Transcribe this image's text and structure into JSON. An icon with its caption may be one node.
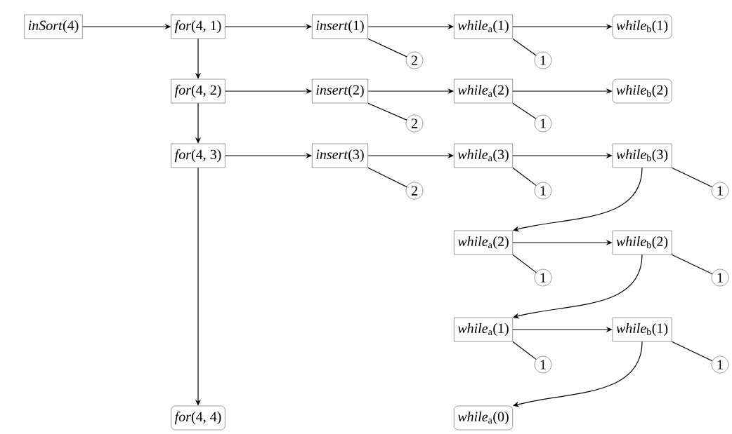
{
  "diagram": {
    "nodes": [
      {
        "text": [
          "*inSort*(4)"
        ]
      },
      {
        "text": [
          "*for*(4, 1)"
        ]
      },
      {
        "text": [
          "*insert*(1)"
        ]
      },
      {
        "text": [
          "*while*$_{a}$(1)"
        ]
      },
      {
        "text": [
          "*while*$_{b}$(1)"
        ]
      },
      {
        "text": [
          "2"
        ]
      },
      {
        "text": [
          "1"
        ]
      },
      {
        "text": [
          "*for*(4, 2)"
        ]
      },
      {
        "text": [
          "*insert*(2)"
        ]
      },
      {
        "text": [
          "*while*$_{a}$(2)"
        ]
      },
      {
        "text": [
          "*while*$_{b}$(2)"
        ]
      },
      {
        "text": [
          "2"
        ]
      },
      {
        "text": [
          "1"
        ]
      },
      {
        "text": [
          "*for*(4, 3)"
        ]
      },
      {
        "text": [
          "*insert*(3)"
        ]
      },
      {
        "text": [
          "*while*$_{a}$(3)"
        ]
      },
      {
        "text": [
          "*while*$_{b}$(3)"
        ]
      },
      {
        "text": [
          "2"
        ]
      },
      {
        "text": [
          "1"
        ]
      },
      {
        "text": [
          "1"
        ]
      },
      {
        "text": [
          "*while*$_{a}$(2)"
        ]
      },
      {
        "text": [
          "*while*$_{b}$(2)"
        ]
      },
      {
        "text": [
          "1"
        ]
      },
      {
        "text": [
          "1"
        ]
      },
      {
        "text": [
          "*while*$_{a}$(1)"
        ]
      },
      {
        "text": [
          "*while*$_{b}$(1)"
        ]
      },
      {
        "text": [
          "1"
        ]
      },
      {
        "text": [
          "1"
        ]
      },
      {
        "text": [
          "*for*(4, 4)"
        ]
      },
      {
        "text": [
          "*while*$_{a}$(0)"
        ]
      }
    ],
    "edges": [
      {
        "from": 0,
        "to": 1,
        "arrow": "to"
      },
      {
        "from": 1,
        "to": 2,
        "arrow": "to"
      },
      {
        "from": 2,
        "to": 3,
        "arrow": "to"
      },
      {
        "from": 3,
        "to": 4,
        "arrow": "to"
      },
      {
        "from": 2,
        "to": 5,
        "arrow": "none"
      },
      {
        "from": 3,
        "to": 6,
        "arrow": "none"
      },
      {
        "from": 1,
        "to": 7,
        "arrow": "to"
      },
      {
        "from": 7,
        "to": 8,
        "arrow": "to"
      },
      {
        "from": 8,
        "to": 9,
        "arrow": "to"
      },
      {
        "from": 9,
        "to": 10,
        "arrow": "to"
      },
      {
        "from": 8,
        "to": 11,
        "arrow": "none"
      },
      {
        "from": 9,
        "to": 12,
        "arrow": "none"
      },
      {
        "from": 7,
        "to": 13,
        "arrow": "to"
      },
      {
        "from": 13,
        "to": 14,
        "arrow": "to"
      },
      {
        "from": 14,
        "to": 15,
        "arrow": "to"
      },
      {
        "from": 15,
        "to": 16,
        "arrow": "to"
      },
      {
        "from": 14,
        "to": 17,
        "arrow": "none"
      },
      {
        "from": 15,
        "to": 18,
        "arrow": "none"
      },
      {
        "from": 16,
        "to": 19,
        "arrow": "none"
      },
      {
        "from": 16,
        "to": 20,
        "arrow": "to"
      },
      {
        "from": 20,
        "to": 21,
        "arrow": "to"
      },
      {
        "from": 20,
        "to": 22,
        "arrow": "none"
      },
      {
        "from": 21,
        "to": 23,
        "arrow": "none"
      },
      {
        "from": 21,
        "to": 24,
        "arrow": "to"
      },
      {
        "from": 24,
        "to": 25,
        "arrow": "to"
      },
      {
        "from": 24,
        "to": 26,
        "arrow": "none"
      },
      {
        "from": 25,
        "to": 27,
        "arrow": "none"
      },
      {
        "from": 13,
        "to": 28,
        "arrow": "to"
      },
      {
        "from": 25,
        "to": 29,
        "arrow": "to"
      }
    ]
  }
}
